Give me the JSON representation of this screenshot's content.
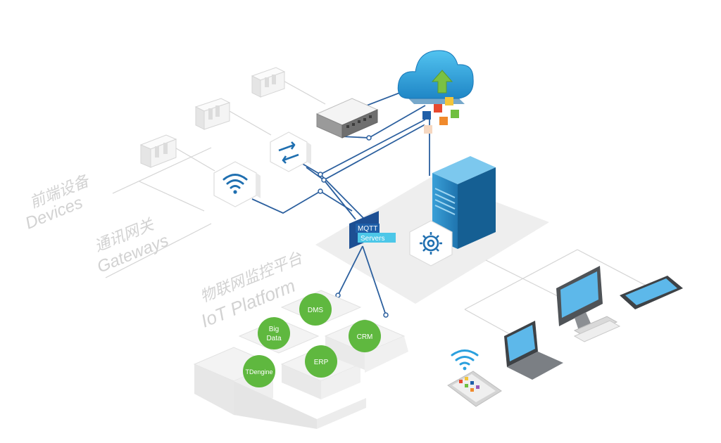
{
  "layers": {
    "devices": {
      "zh": "前端设备",
      "en": "Devices"
    },
    "gateways": {
      "zh": "通讯网关",
      "en": "Gateways"
    },
    "platform": {
      "zh": "物联网监控平台",
      "en": "IoT Platform"
    }
  },
  "mqtt": {
    "line1": "MQTT",
    "line2": "Servers"
  },
  "apps": {
    "dms": "DMS",
    "bigdata_1": "Big",
    "bigdata_2": "Data",
    "crm": "CRM",
    "tdengine": "TDengine",
    "erp": "ERP"
  },
  "icons": [
    "cloud-upload-icon",
    "wifi-icon",
    "exchange-arrows-icon",
    "gear-icon",
    "server-rack",
    "switch-box",
    "device-module",
    "monitor",
    "tablet",
    "laptop",
    "smartphone"
  ],
  "colors": {
    "line": "#2b5f9e",
    "green": "#5fb83f",
    "cloud": "#2d9bd6",
    "server": "#2a86c0",
    "label": "#d2d2d2"
  }
}
